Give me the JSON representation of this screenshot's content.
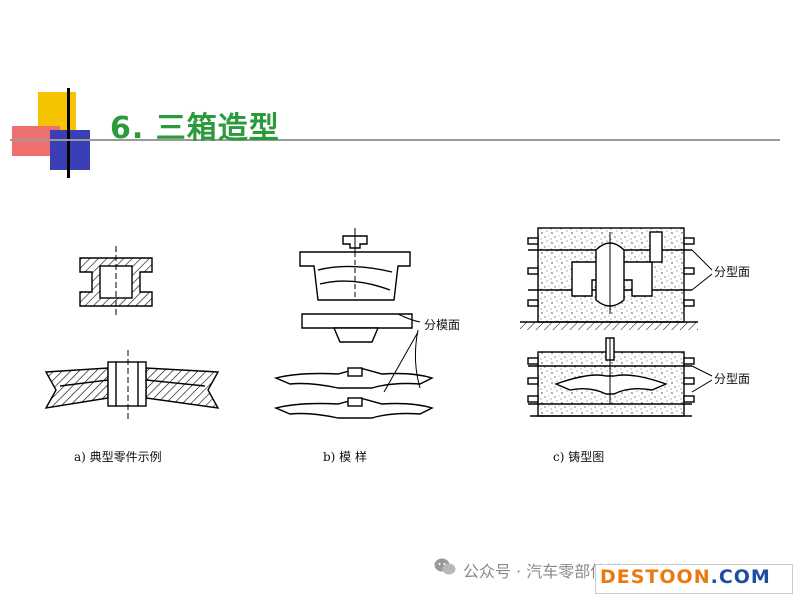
{
  "slide": {
    "title": "6. 三箱造型"
  },
  "figures": {
    "a": {
      "caption": "a) 典型零件示例"
    },
    "b": {
      "caption": "b) 模 样",
      "label_parting": "分模面"
    },
    "c": {
      "caption": "c) 铸型图",
      "label_top": "分型面",
      "label_bottom": "分型面"
    }
  },
  "watermark": {
    "text": "公众号 · 汽车零部件模具与注塑",
    "icon": "wechat-icon",
    "site_part1": "DESTOON",
    "site_part2": ".COM"
  }
}
